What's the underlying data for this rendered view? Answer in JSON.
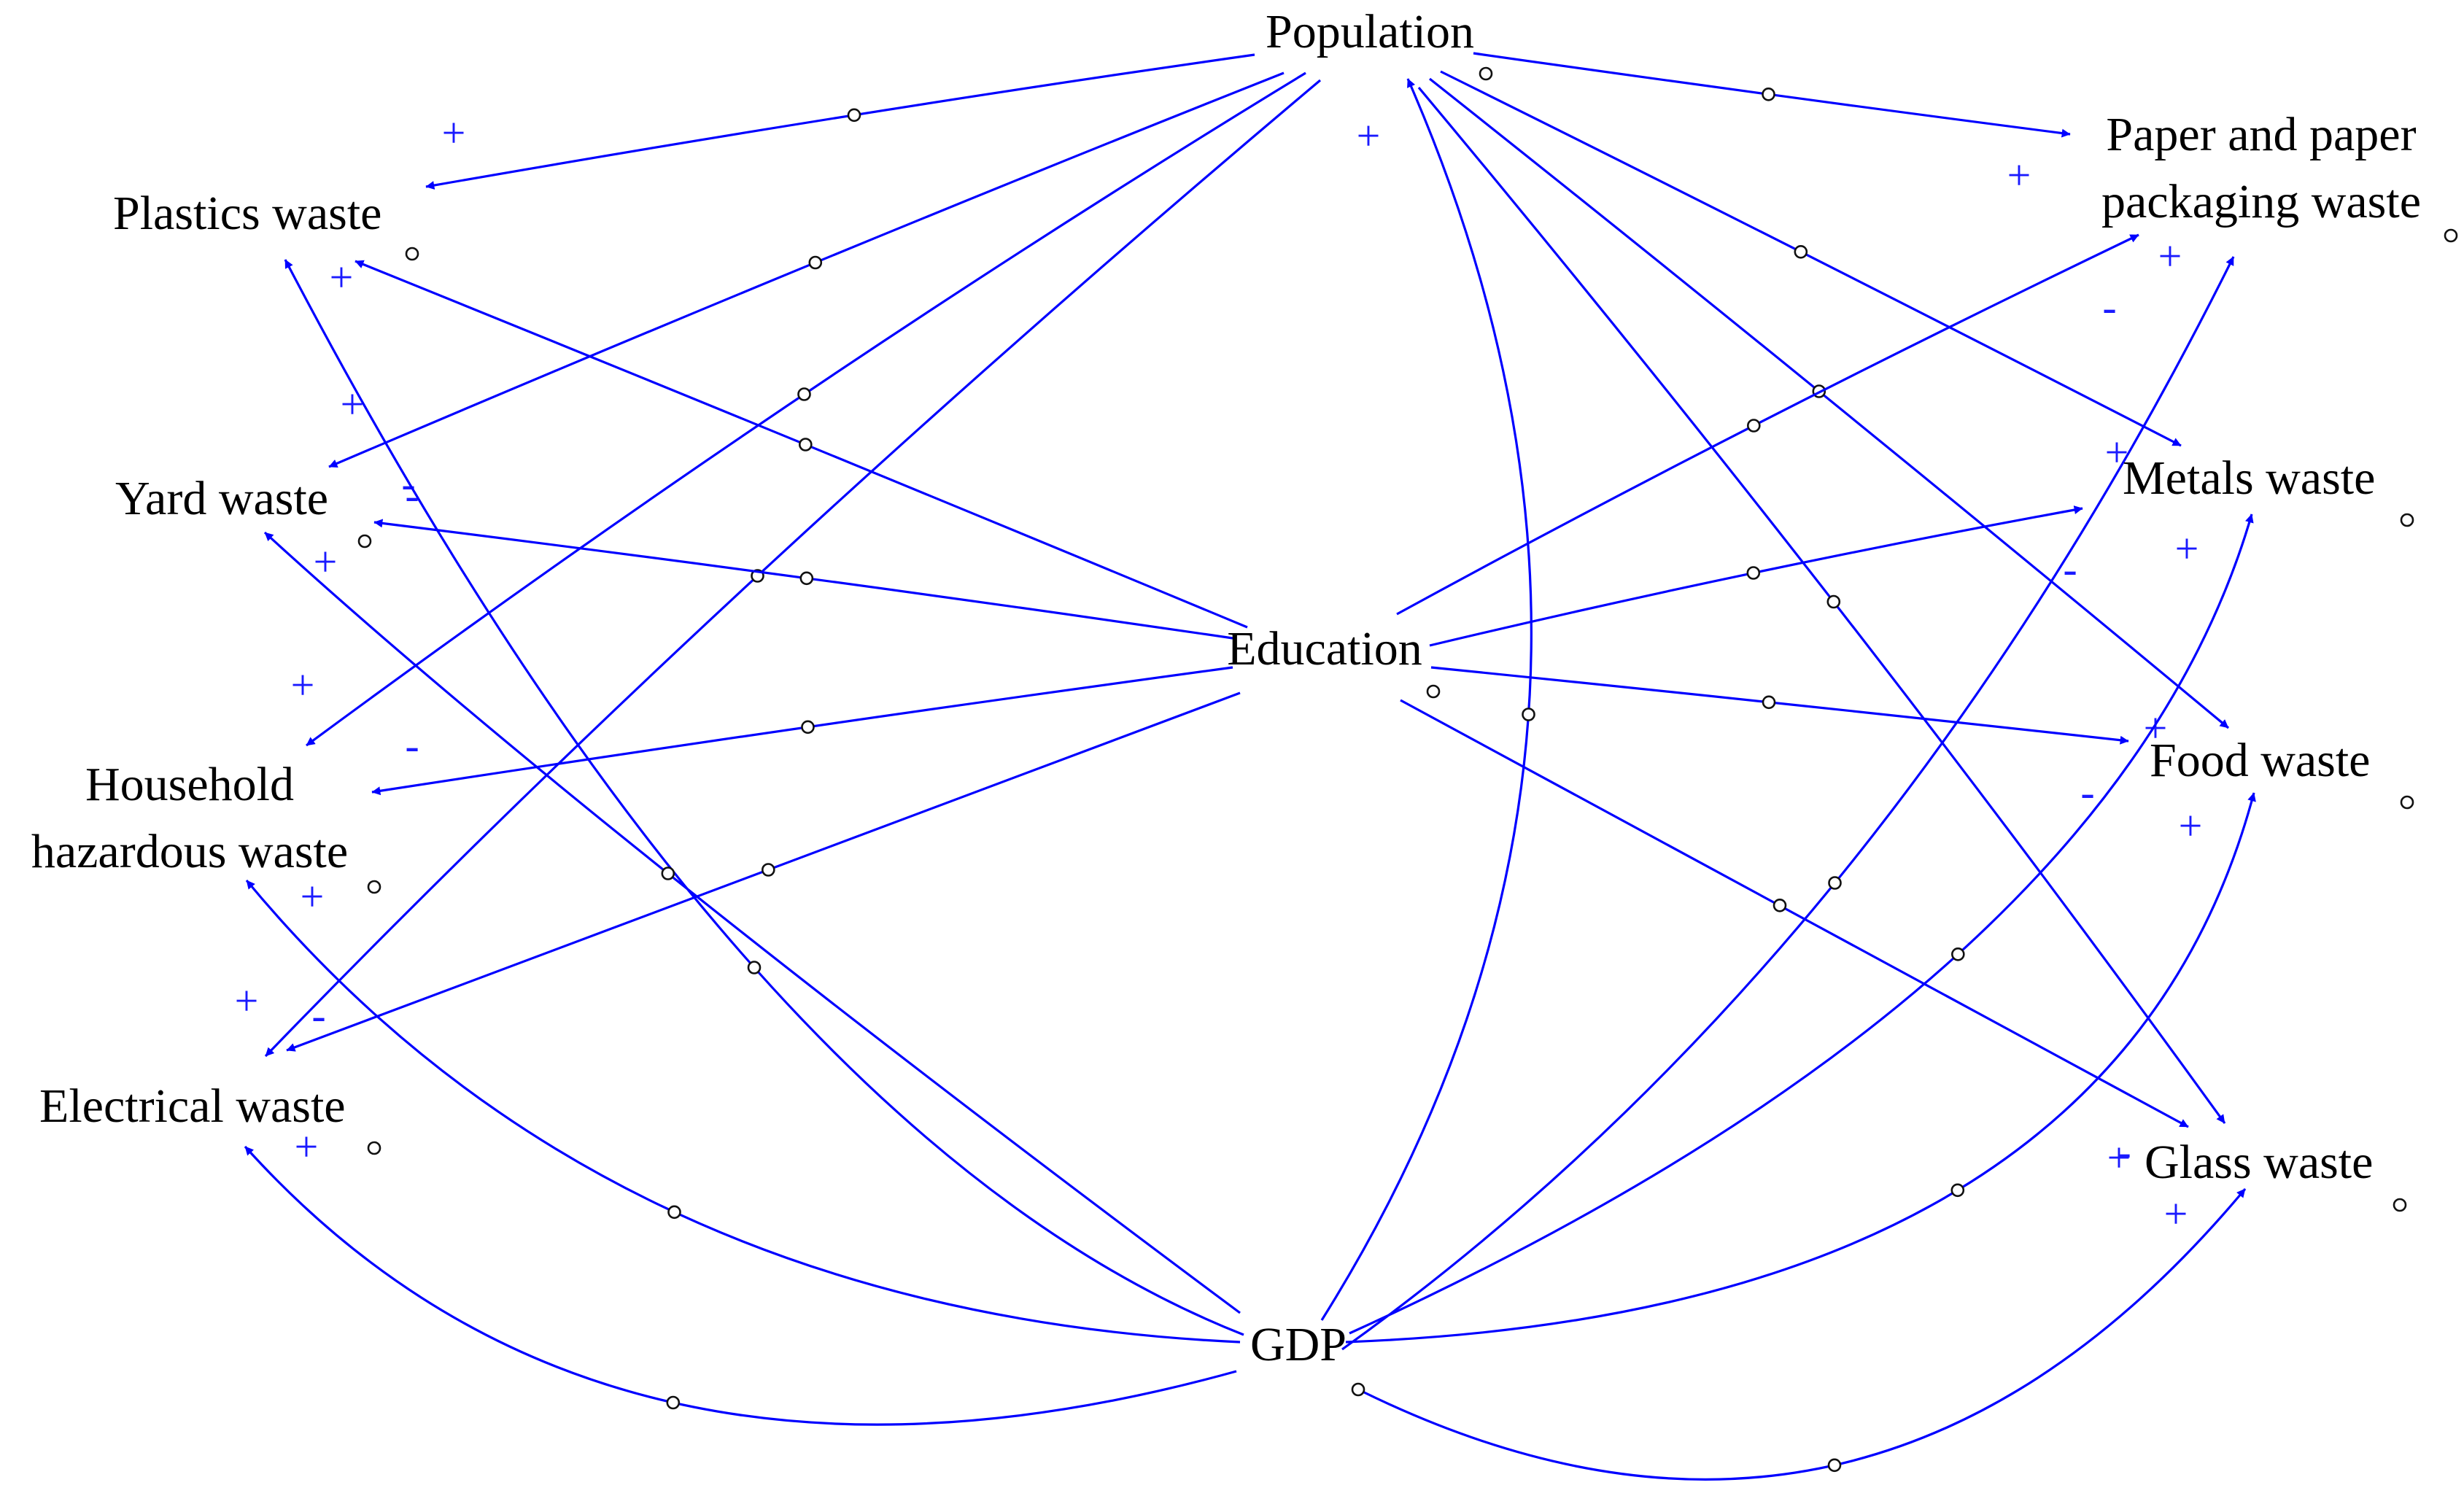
{
  "diagram": {
    "nodes": [
      {
        "id": "population",
        "lines": [
          "Population"
        ]
      },
      {
        "id": "plastics",
        "lines": [
          "Plastics waste"
        ]
      },
      {
        "id": "yard",
        "lines": [
          "Yard waste"
        ]
      },
      {
        "id": "household",
        "lines": [
          "Household",
          "hazardous waste"
        ]
      },
      {
        "id": "electrical",
        "lines": [
          "Electrical waste"
        ]
      },
      {
        "id": "education",
        "lines": [
          "Education"
        ]
      },
      {
        "id": "gdp",
        "lines": [
          "GDP"
        ]
      },
      {
        "id": "paper",
        "lines": [
          "Paper and paper",
          "packaging waste"
        ]
      },
      {
        "id": "metals",
        "lines": [
          "Metals waste"
        ]
      },
      {
        "id": "food",
        "lines": [
          "Food waste"
        ]
      },
      {
        "id": "glass",
        "lines": [
          "Glass waste"
        ]
      }
    ],
    "links": [
      {
        "from": "population",
        "to": "plastics",
        "polarity": "+"
      },
      {
        "from": "population",
        "to": "yard",
        "polarity": "+"
      },
      {
        "from": "population",
        "to": "household",
        "polarity": "+"
      },
      {
        "from": "population",
        "to": "electrical",
        "polarity": "+"
      },
      {
        "from": "population",
        "to": "paper",
        "polarity": "+"
      },
      {
        "from": "population",
        "to": "metals",
        "polarity": "+"
      },
      {
        "from": "population",
        "to": "food",
        "polarity": "+"
      },
      {
        "from": "population",
        "to": "glass",
        "polarity": "+"
      },
      {
        "from": "education",
        "to": "plastics",
        "polarity": "-"
      },
      {
        "from": "education",
        "to": "yard",
        "polarity": "-"
      },
      {
        "from": "education",
        "to": "household",
        "polarity": "-"
      },
      {
        "from": "education",
        "to": "electrical",
        "polarity": "-"
      },
      {
        "from": "education",
        "to": "paper",
        "polarity": "-"
      },
      {
        "from": "education",
        "to": "metals",
        "polarity": "-"
      },
      {
        "from": "education",
        "to": "food",
        "polarity": "-"
      },
      {
        "from": "education",
        "to": "glass",
        "polarity": "-"
      },
      {
        "from": "gdp",
        "to": "plastics",
        "polarity": "+"
      },
      {
        "from": "gdp",
        "to": "yard",
        "polarity": "+"
      },
      {
        "from": "gdp",
        "to": "household",
        "polarity": "+"
      },
      {
        "from": "gdp",
        "to": "electrical",
        "polarity": "+"
      },
      {
        "from": "gdp",
        "to": "paper",
        "polarity": "+"
      },
      {
        "from": "gdp",
        "to": "metals",
        "polarity": "+"
      },
      {
        "from": "gdp",
        "to": "food",
        "polarity": "+"
      },
      {
        "from": "gdp",
        "to": "glass",
        "polarity": "+"
      },
      {
        "from": "gdp",
        "to": "population",
        "polarity": "+"
      }
    ]
  },
  "colors": {
    "link": "#0000ff",
    "polarity": "#1a1aff",
    "label": "#000000",
    "background": "#ffffff"
  }
}
